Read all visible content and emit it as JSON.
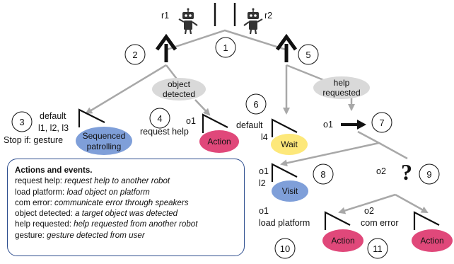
{
  "robots": {
    "r1": "r1",
    "r2": "r2"
  },
  "numbers": {
    "n1": "1",
    "n2": "2",
    "n3": "3",
    "n4": "4",
    "n5": "5",
    "n6": "6",
    "n7": "7",
    "n8": "8",
    "n9": "9",
    "n10": "10",
    "n11": "11"
  },
  "nodes": {
    "sequenced_line1": "Sequenced",
    "sequenced_line2": "patrolling",
    "action1": "Action",
    "wait": "Wait",
    "visit": "Visit",
    "action2": "Action",
    "action3": "Action"
  },
  "events": {
    "object_detected_line1": "object",
    "object_detected_line2": "detected",
    "help_requested_line1": "help",
    "help_requested_line2": "requested"
  },
  "labels": {
    "default_1": "default",
    "l123": "l1, l2, l3",
    "stop_if": "Stop if: gesture",
    "o1_request": "o1",
    "request_help": "request help",
    "default_2": "default",
    "l4": "l4",
    "o1_arrow": "o1",
    "o1_visit": "o1",
    "l2": "l2",
    "o2_q": "o2",
    "question": "?",
    "o1_load": "o1",
    "load_platform": "load platform",
    "o2_com": "o2",
    "com_error": "com error"
  },
  "legend": {
    "title": "Actions and events.",
    "rows": [
      {
        "term": "request help: ",
        "desc": "request help to another robot"
      },
      {
        "term": "load platform: ",
        "desc": "load object on platform"
      },
      {
        "term": "com error: ",
        "desc": "communicate error through speakers"
      },
      {
        "term": "object detected: ",
        "desc": "a target object was detected"
      },
      {
        "term": "help requested: ",
        "desc": "help requested from another robot"
      },
      {
        "term": "gesture: ",
        "desc": "gesture detected from user"
      }
    ]
  },
  "colors": {
    "arrow_gray": "#a8a8a8",
    "ellipse_blue": "#7f9fd9",
    "ellipse_pink": "#e0487a",
    "ellipse_yellow": "#fde87a",
    "event_gray": "#d9d9d9",
    "legend_border": "#2f4f8f"
  }
}
